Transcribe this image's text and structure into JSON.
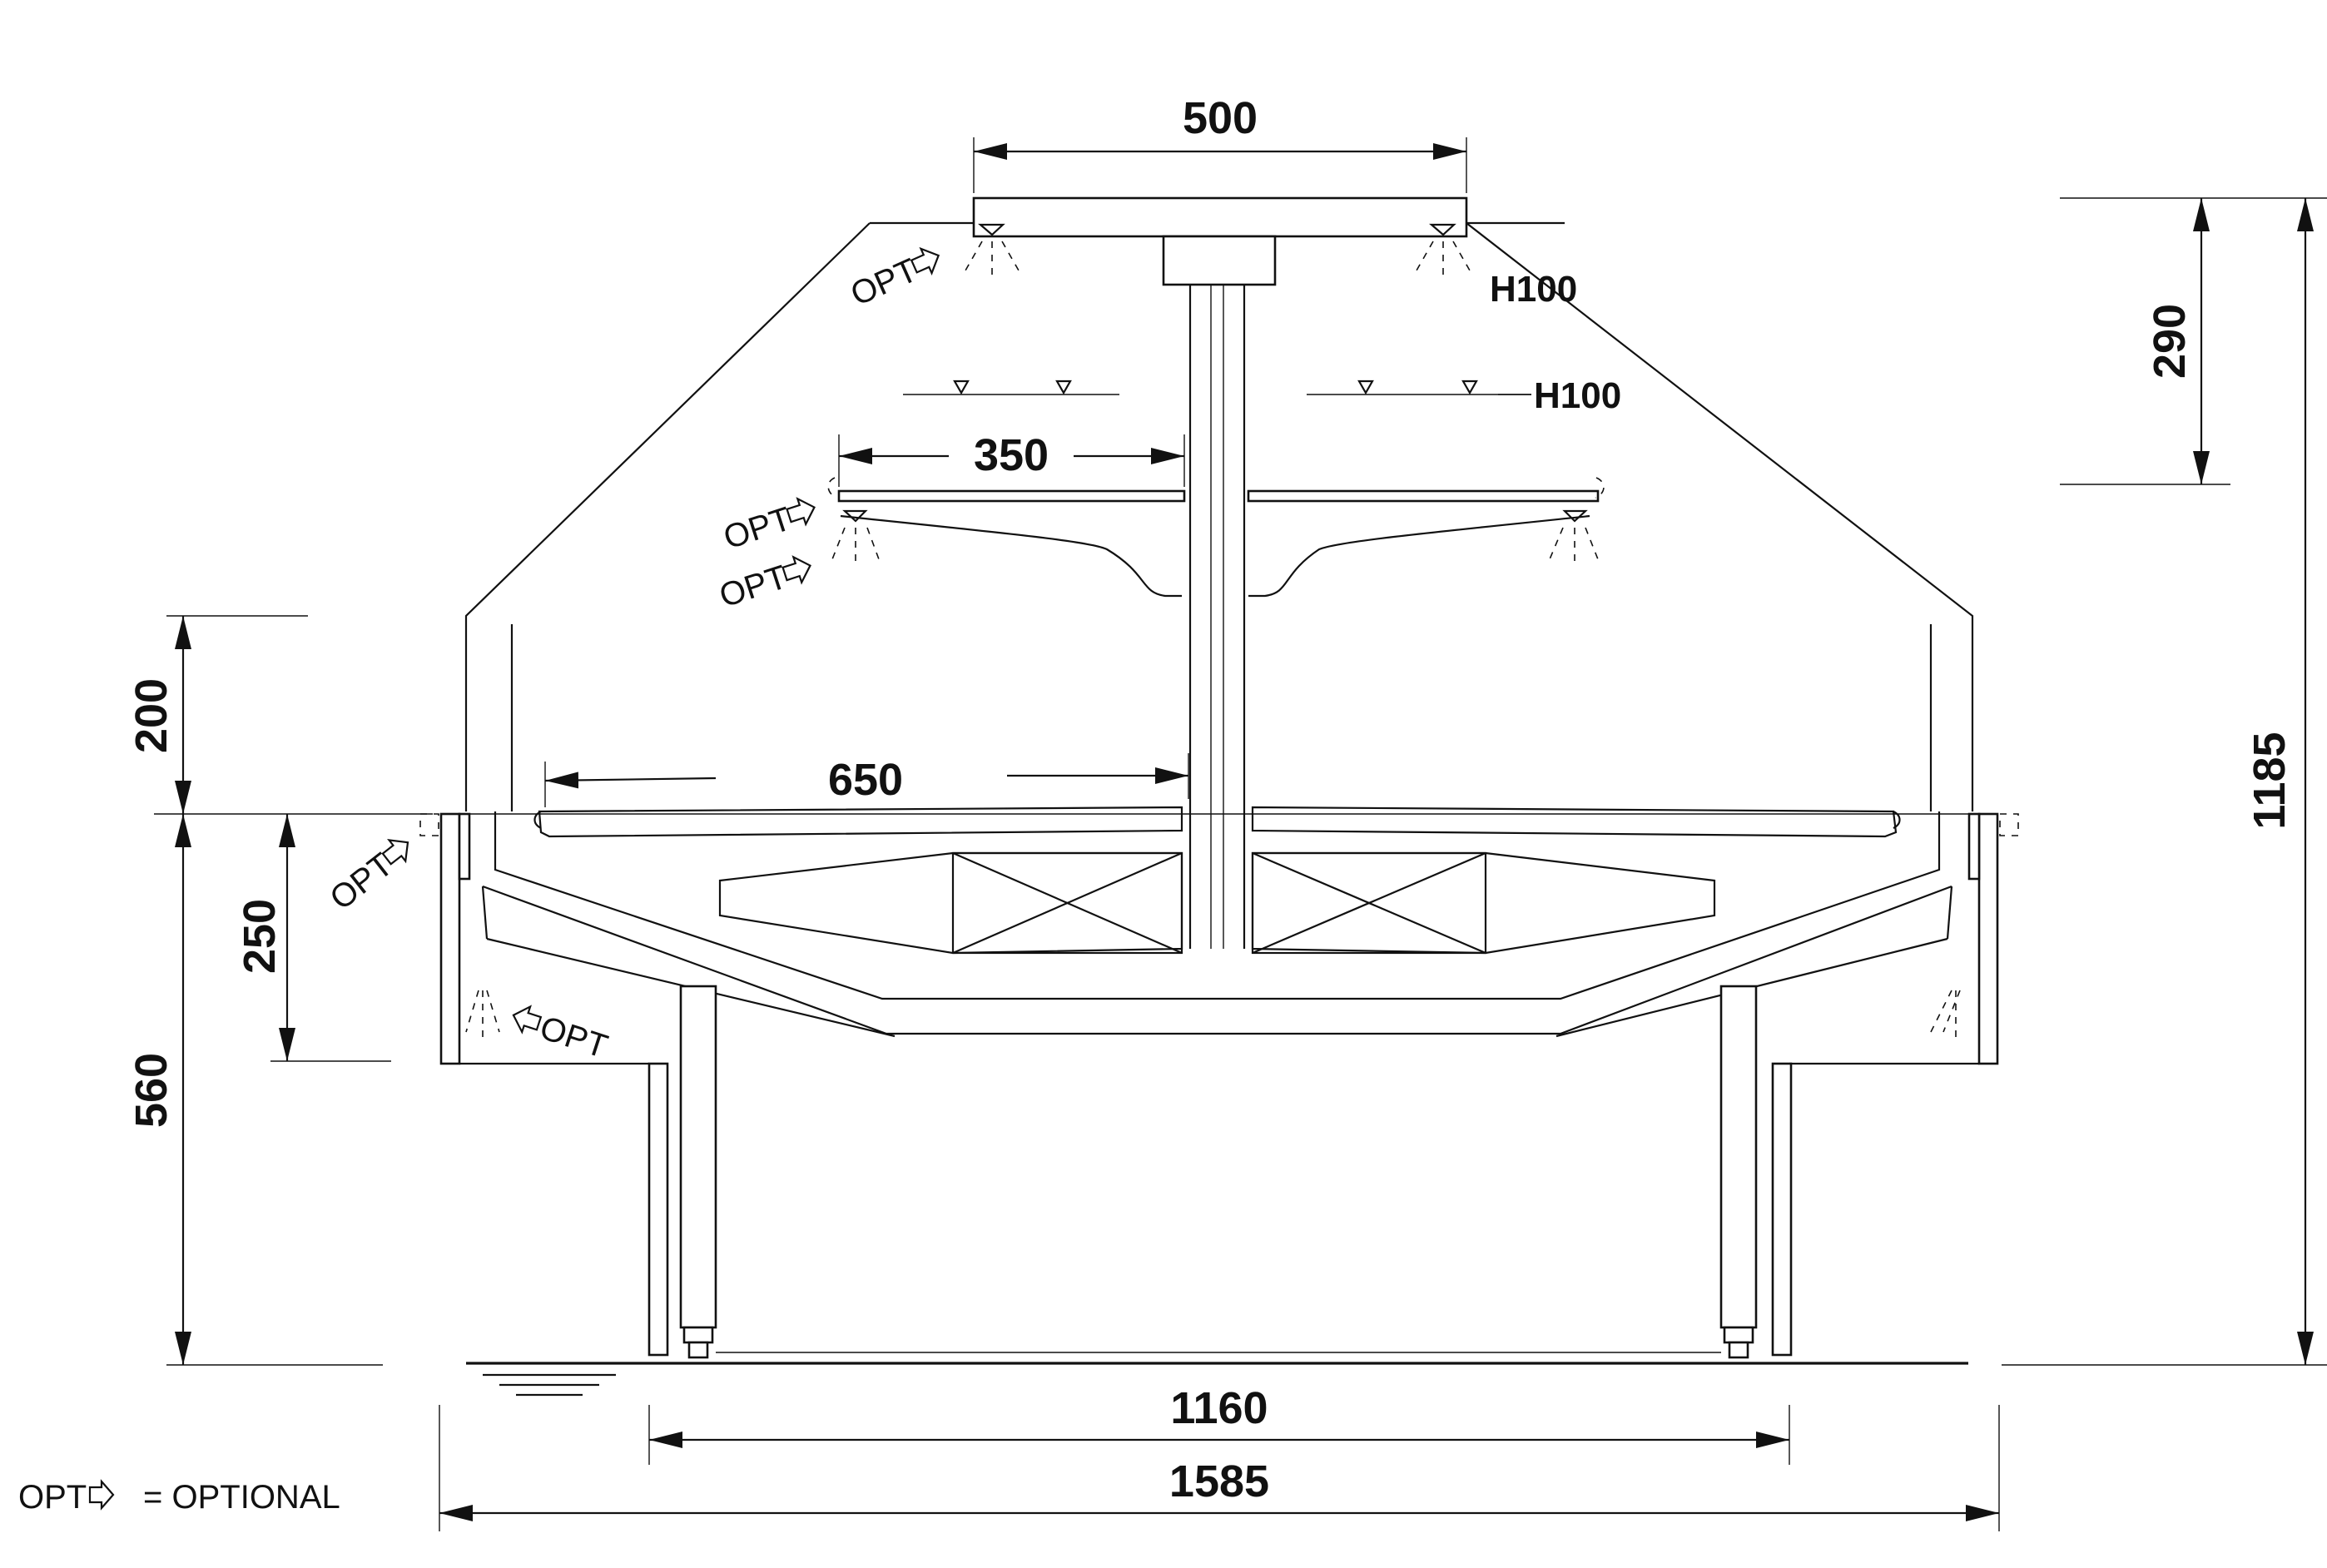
{
  "dimensions": {
    "top_width": "500",
    "shelf_width": "350",
    "deck_width": "650",
    "top_height": "290",
    "total_height": "1185",
    "upper_height": "200",
    "inner_height": "250",
    "base_height": "560",
    "inner_width": "1160",
    "total_width": "1585"
  },
  "labels": {
    "h100_top": "H100",
    "h100_shelf": "H100",
    "opt": "OPT"
  },
  "legend": {
    "text": "= OPTIONAL"
  }
}
